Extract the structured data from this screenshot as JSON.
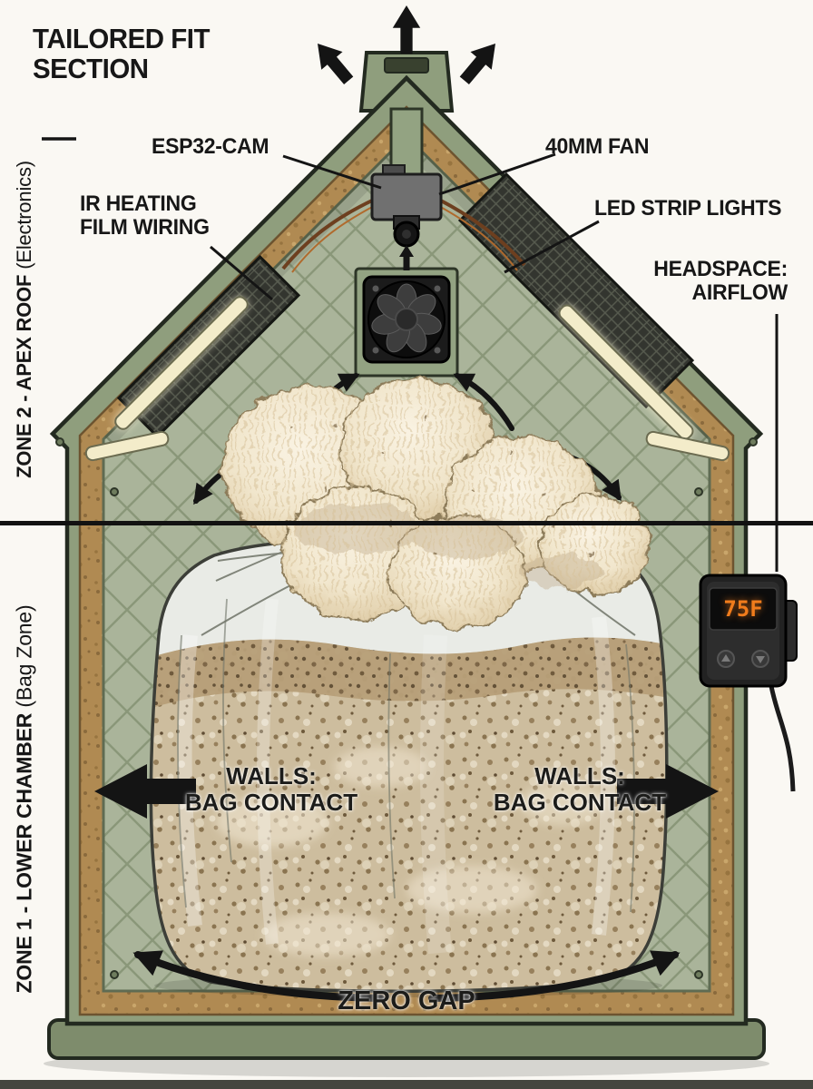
{
  "title": {
    "line1": "TAILORED FIT",
    "line2": "SECTION"
  },
  "zones": {
    "zone2": {
      "name": "ZONE 2 - APEX ROOF ",
      "qualifier": "(Electronics)"
    },
    "zone1": {
      "name": "ZONE 1 - LOWER CHAMBER ",
      "qualifier": "(Bag Zone)"
    }
  },
  "callouts": {
    "esp32_cam": "ESP32-CAM",
    "fan_40mm": "40MM FAN",
    "ir_line1": "IR HEATING",
    "ir_line2": "FILM WIRING",
    "led_strip": "LED STRIP LIGHTS",
    "headspace_line1": "HEADSPACE:",
    "headspace_line2": "AIRFLOW"
  },
  "labels": {
    "walls_line1": "WALLS:",
    "walls_line2": "BAG CONTACT",
    "zero_gap": "ZERO GAP"
  },
  "thermostat": {
    "reading": "75F"
  },
  "colors": {
    "shell_green": "#8f9e7d",
    "quilt_green": "#aab49a",
    "cork_brown": "#b08a52",
    "ink": "#141414",
    "display_orange": "#f07c1c",
    "mushroom_cream": "#f2e8d2"
  }
}
